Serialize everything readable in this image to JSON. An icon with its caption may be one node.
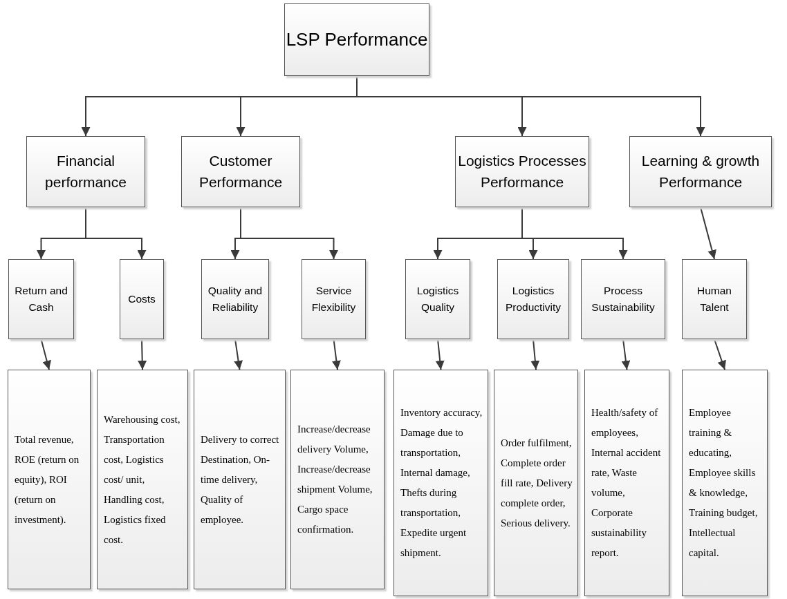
{
  "diagram": {
    "nodes": [
      {
        "text": [
          "LSP Performance"
        ]
      },
      {
        "text": [
          "Financial performance"
        ]
      },
      {
        "text": [
          "Customer Performance"
        ]
      },
      {
        "text": [
          "Logistics Processes Performance"
        ]
      },
      {
        "text": [
          "Learning & growth Performance"
        ]
      },
      {
        "text": [
          "Return and Cash"
        ]
      },
      {
        "text": [
          "Costs"
        ]
      },
      {
        "text": [
          "Quality and Reliability"
        ]
      },
      {
        "text": [
          "Service Flexibility"
        ]
      },
      {
        "text": [
          "Logistics Quality"
        ]
      },
      {
        "text": [
          "Logistics Productivity"
        ]
      },
      {
        "text": [
          "Process Sustainability"
        ]
      },
      {
        "text": [
          "Human Talent"
        ]
      },
      {
        "text": [
          "Total revenue, ROE (return on equity), ROI (return on investment)."
        ]
      },
      {
        "text": [
          "Warehousing cost, Transportation cost, Logistics cost/ unit, Handling cost, Logistics fixed cost."
        ]
      },
      {
        "text": [
          "Delivery to correct Destination, On-time delivery, Quality of employee."
        ]
      },
      {
        "text": [
          "Increase/decrease delivery Volume, Increase/decrease shipment Volume, Cargo space confirmation."
        ]
      },
      {
        "text": [
          "Inventory accuracy, Damage due to transportation, Internal damage, Thefts during transportation, Expedite urgent shipment."
        ]
      },
      {
        "text": [
          "Order fulfilment, Complete order fill rate, Delivery complete order, Serious delivery."
        ]
      },
      {
        "text": [
          "Health/safety of employees, Internal accident rate, Waste volume, Corporate sustainability report."
        ]
      },
      {
        "text": [
          "Employee training & educating, Employee skills & knowledge, Training budget, Intellectual capital."
        ]
      }
    ],
    "edges": [
      {
        "from": 0,
        "to": 1,
        "arrow": "to"
      },
      {
        "from": 0,
        "to": 2,
        "arrow": "to"
      },
      {
        "from": 0,
        "to": 3,
        "arrow": "to"
      },
      {
        "from": 0,
        "to": 4,
        "arrow": "to"
      },
      {
        "from": 1,
        "to": 5,
        "arrow": "to"
      },
      {
        "from": 1,
        "to": 6,
        "arrow": "to"
      },
      {
        "from": 2,
        "to": 7,
        "arrow": "to"
      },
      {
        "from": 2,
        "to": 8,
        "arrow": "to"
      },
      {
        "from": 3,
        "to": 9,
        "arrow": "to"
      },
      {
        "from": 3,
        "to": 10,
        "arrow": "to"
      },
      {
        "from": 3,
        "to": 11,
        "arrow": "to"
      },
      {
        "from": 4,
        "to": 12,
        "arrow": "to"
      },
      {
        "from": 5,
        "to": 13,
        "arrow": "to"
      },
      {
        "from": 6,
        "to": 14,
        "arrow": "to"
      },
      {
        "from": 7,
        "to": 15,
        "arrow": "to"
      },
      {
        "from": 8,
        "to": 16,
        "arrow": "to"
      },
      {
        "from": 9,
        "to": 17,
        "arrow": "to"
      },
      {
        "from": 10,
        "to": 18,
        "arrow": "to"
      },
      {
        "from": 11,
        "to": 19,
        "arrow": "to"
      },
      {
        "from": 12,
        "to": 20,
        "arrow": "to"
      }
    ]
  }
}
